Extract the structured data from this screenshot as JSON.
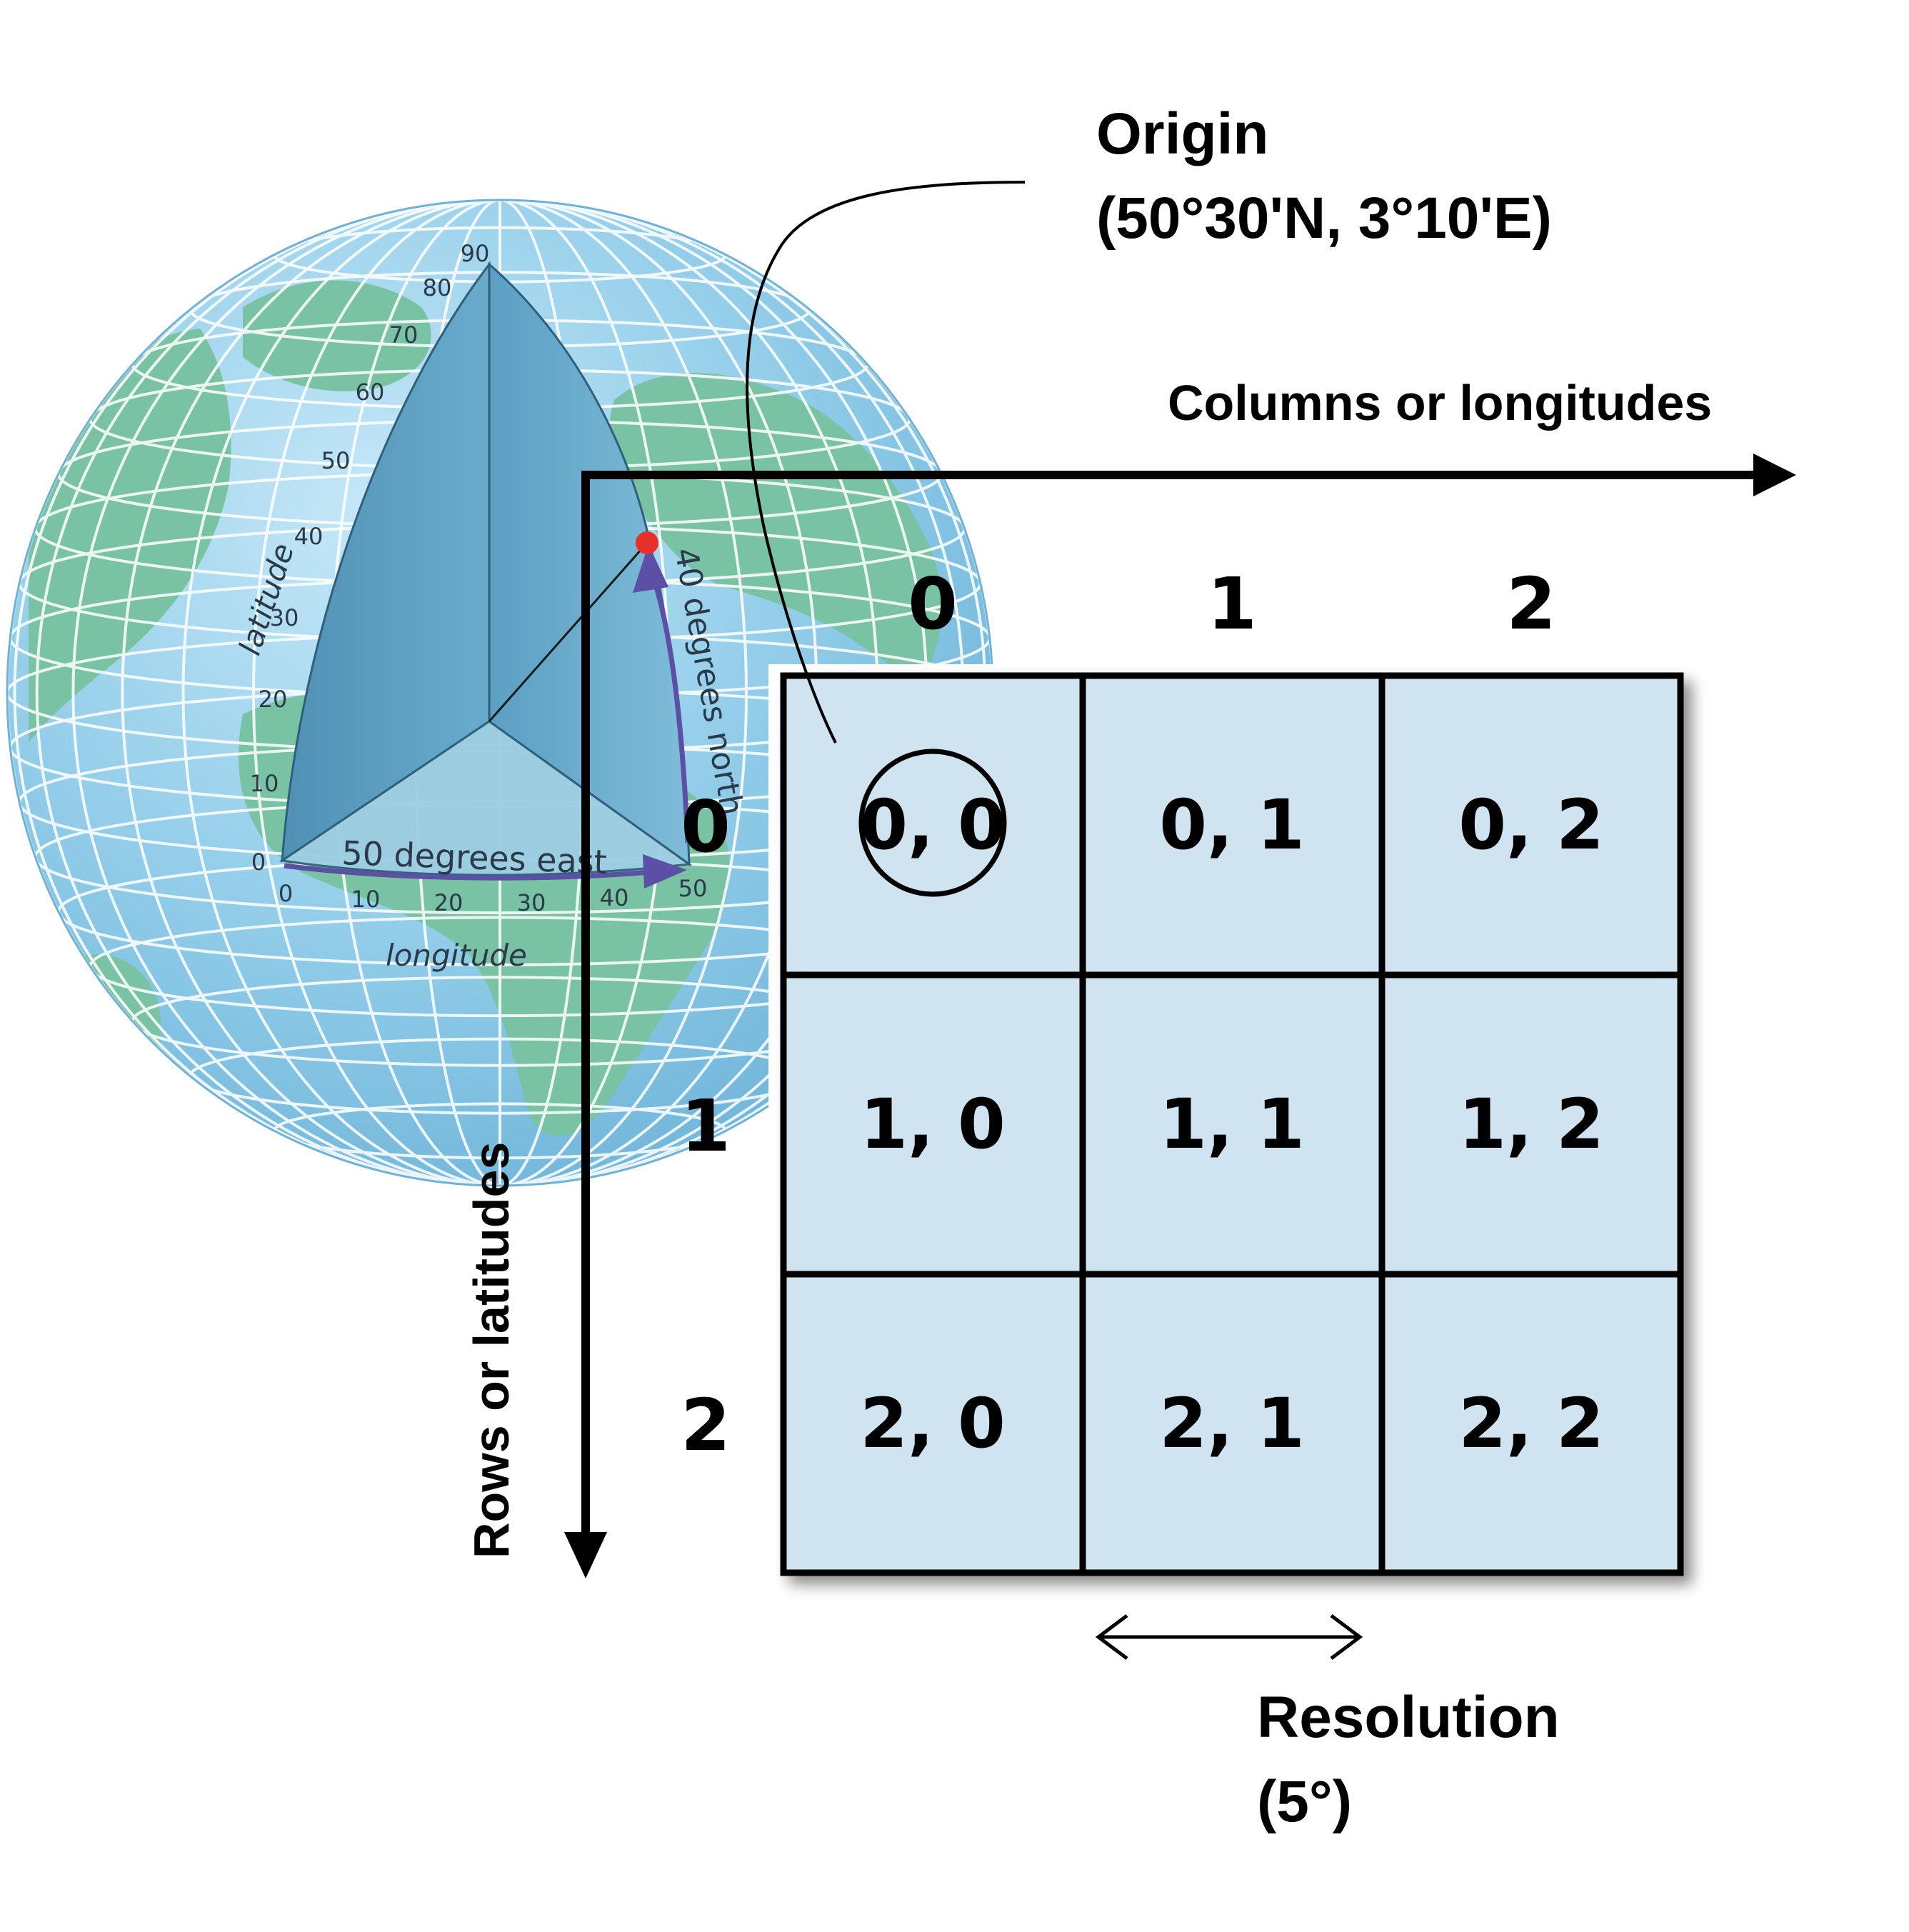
{
  "origin": {
    "title": "Origin",
    "coords": "(50°30'N, 3°10'E)"
  },
  "axes": {
    "columns_label": "Columns or longitudes",
    "rows_label": "Rows or latitudes"
  },
  "column_indices": [
    "0",
    "1",
    "2"
  ],
  "row_indices": [
    "0",
    "1",
    "2"
  ],
  "grid": {
    "cells": [
      [
        "0, 0",
        "0, 1",
        "0, 2"
      ],
      [
        "1, 0",
        "1, 1",
        "1, 2"
      ],
      [
        "2, 0",
        "2, 1",
        "2, 2"
      ]
    ],
    "cell_color": "#cfe3f1"
  },
  "resolution": {
    "label": "Resolution",
    "value": "(5°)"
  },
  "globe": {
    "latitude_label": "latitude",
    "longitude_label": "longitude",
    "east_label": "50 degrees east",
    "north_label": "40 degrees north",
    "latitude_ticks": [
      "0",
      "10",
      "20",
      "30",
      "40",
      "50",
      "60",
      "70",
      "80",
      "90"
    ],
    "longitude_ticks": [
      "0",
      "10",
      "20",
      "30",
      "40",
      "50"
    ],
    "ocean_color": "#8fcbe8",
    "land_color": "#79c2a4",
    "wedge_color": "#5fa3c6",
    "arrow_color": "#5b4fa6",
    "point_color": "#e8302a"
  }
}
